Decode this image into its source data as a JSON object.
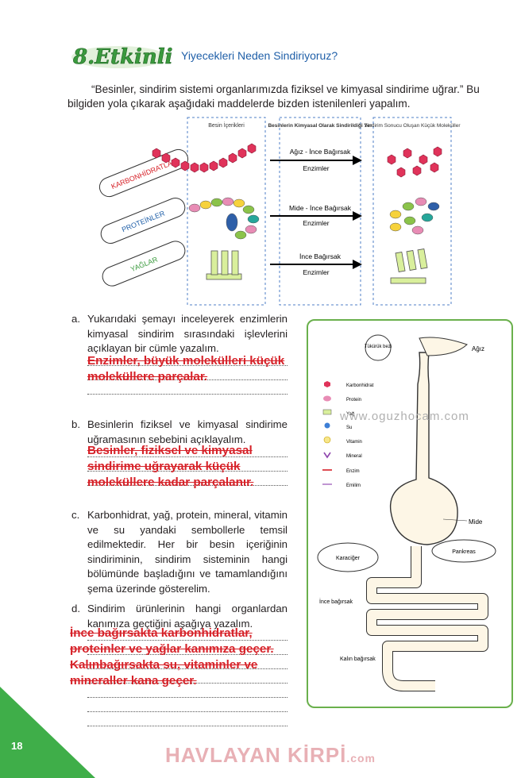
{
  "activity": {
    "number_label": "8.Etkinlik :",
    "title": "Yiyecekleri Neden Sindiriyoruz?"
  },
  "intro_text": "“Besinler, sindirim sistemi organlarımızda fiziksel ve kimyasal sindirime uğrar.” Bu bilgiden yola çıkarak aşağıdaki maddelerde bizden istenilenleri yapalım.",
  "scheme": {
    "col_headers": [
      "Besin İçerikleri",
      "Besinlerin Kimyasal Olarak Sindirildiği Yer",
      "Sindirim Sonucu Oluşan Küçük Moleküller"
    ],
    "nutrients": [
      "KARBONHİDRATLAR",
      "PROTEİNLER",
      "YAĞLAR"
    ],
    "places": [
      "Ağız - İnce Bağırsak",
      "Mide - İnce Bağırsak",
      "İnce Bağırsak"
    ],
    "enzyme_label": "Enzimler"
  },
  "questions": [
    {
      "letter": "a.",
      "text": "Yukarıdaki şemayı inceleyerek enzimlerin kimyasal sindirim sırasındaki işlevlerini açıklayan bir cümle yazalım.",
      "answer": "Enzimler, büyük molekülleri küçük moleküllere parçalar."
    },
    {
      "letter": "b.",
      "text": "Besinlerin fiziksel ve kimyasal sindirime uğramasının sebebini açıklayalım.",
      "answer": "Besinler, fiziksel ve kimyasal sindirime uğrayarak küçük moleküllere kadar parçalanır."
    },
    {
      "letter": "c.",
      "text": "Karbonhidrat, yağ, protein, mineral, vitamin ve su yandaki sembollerle temsil edilmektedir. Her bir besin içeriğinin sindiriminin, sindirim sisteminin hangi bölümünde başladığını ve tamamlandığını şema üzerinde gösterelim."
    },
    {
      "letter": "d.",
      "text": "Sindirim ürünlerinin hangi organlardan kanımıza geçtiğini aşağıya yazalım.",
      "answer": "İnce bağırsakta karbonhidratlar, proteinler ve yağlar kanımıza geçer. Kalınbağırsakta su, vitaminler ve mineraller kana geçer."
    }
  ],
  "diagram": {
    "organs": {
      "mouth": "Ağız",
      "saliva": "Tükürük bezi",
      "stomach": "Mide",
      "liver": "Karaciğer",
      "pancreas": "Pankreas",
      "small_intestine": "İnce bağırsak",
      "large_intestine": "Kalın bağırsak"
    },
    "legend": [
      "Karbonhidrat",
      "Protein",
      "Yağ",
      "Su",
      "Vitamin",
      "Mineral",
      "Enzim",
      "Emilim"
    ]
  },
  "watermark": "www.oguzhocam.com",
  "brand": {
    "name": "HAVLAYAN KİRPİ",
    "suffix": ".com"
  },
  "page_number": "18"
}
